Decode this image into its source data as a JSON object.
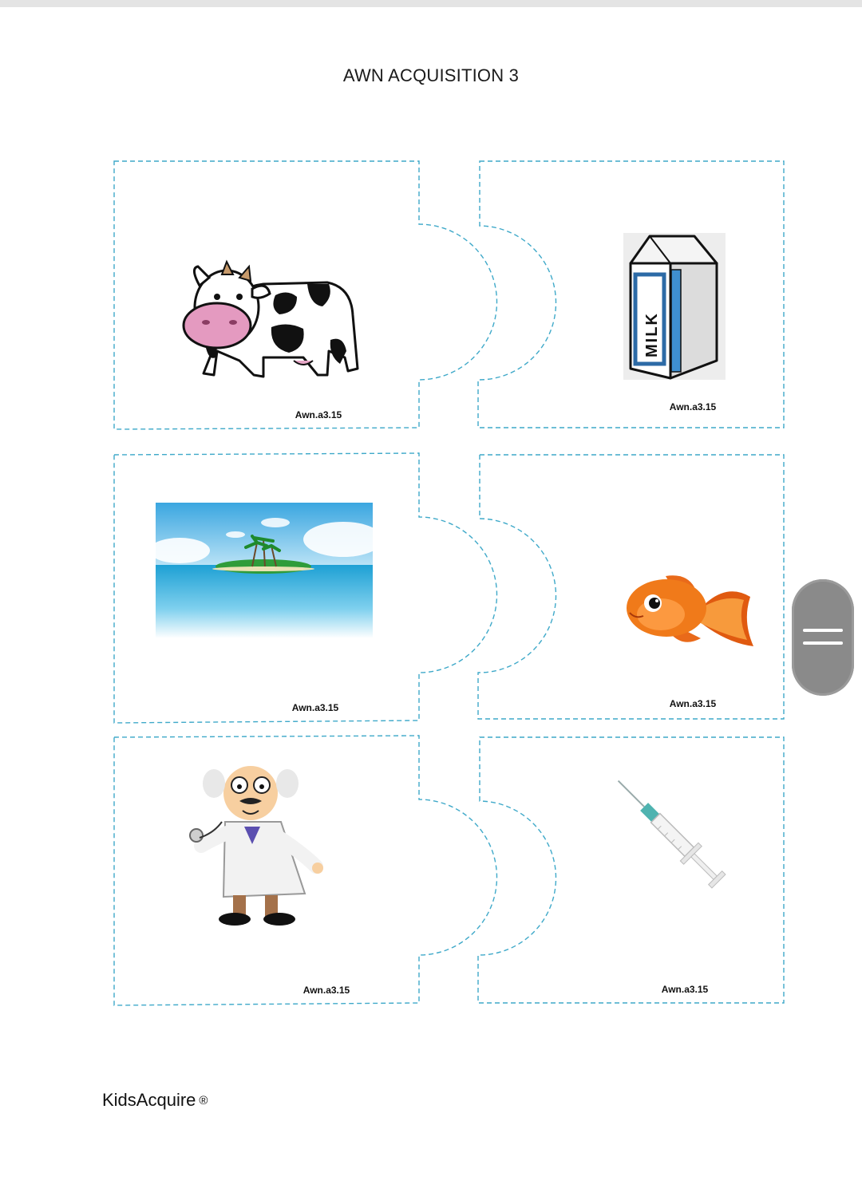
{
  "title": "AWN ACQUISITION 3",
  "cards": [
    {
      "name": "cow",
      "code": "Awn.a3.15"
    },
    {
      "name": "milk",
      "code": "Awn.a3.15",
      "label": "MILK"
    },
    {
      "name": "island",
      "code": "Awn.a3.15"
    },
    {
      "name": "fish",
      "code": "Awn.a3.15"
    },
    {
      "name": "doctor",
      "code": "Awn.a3.15"
    },
    {
      "name": "syringe",
      "code": "Awn.a3.15"
    }
  ],
  "footer": {
    "brand": "KidsAcquire",
    "mark": "®"
  },
  "colors": {
    "cut_line": "#3fa9c9",
    "fish": "#f07a1a",
    "sea": "#29a9d6"
  }
}
